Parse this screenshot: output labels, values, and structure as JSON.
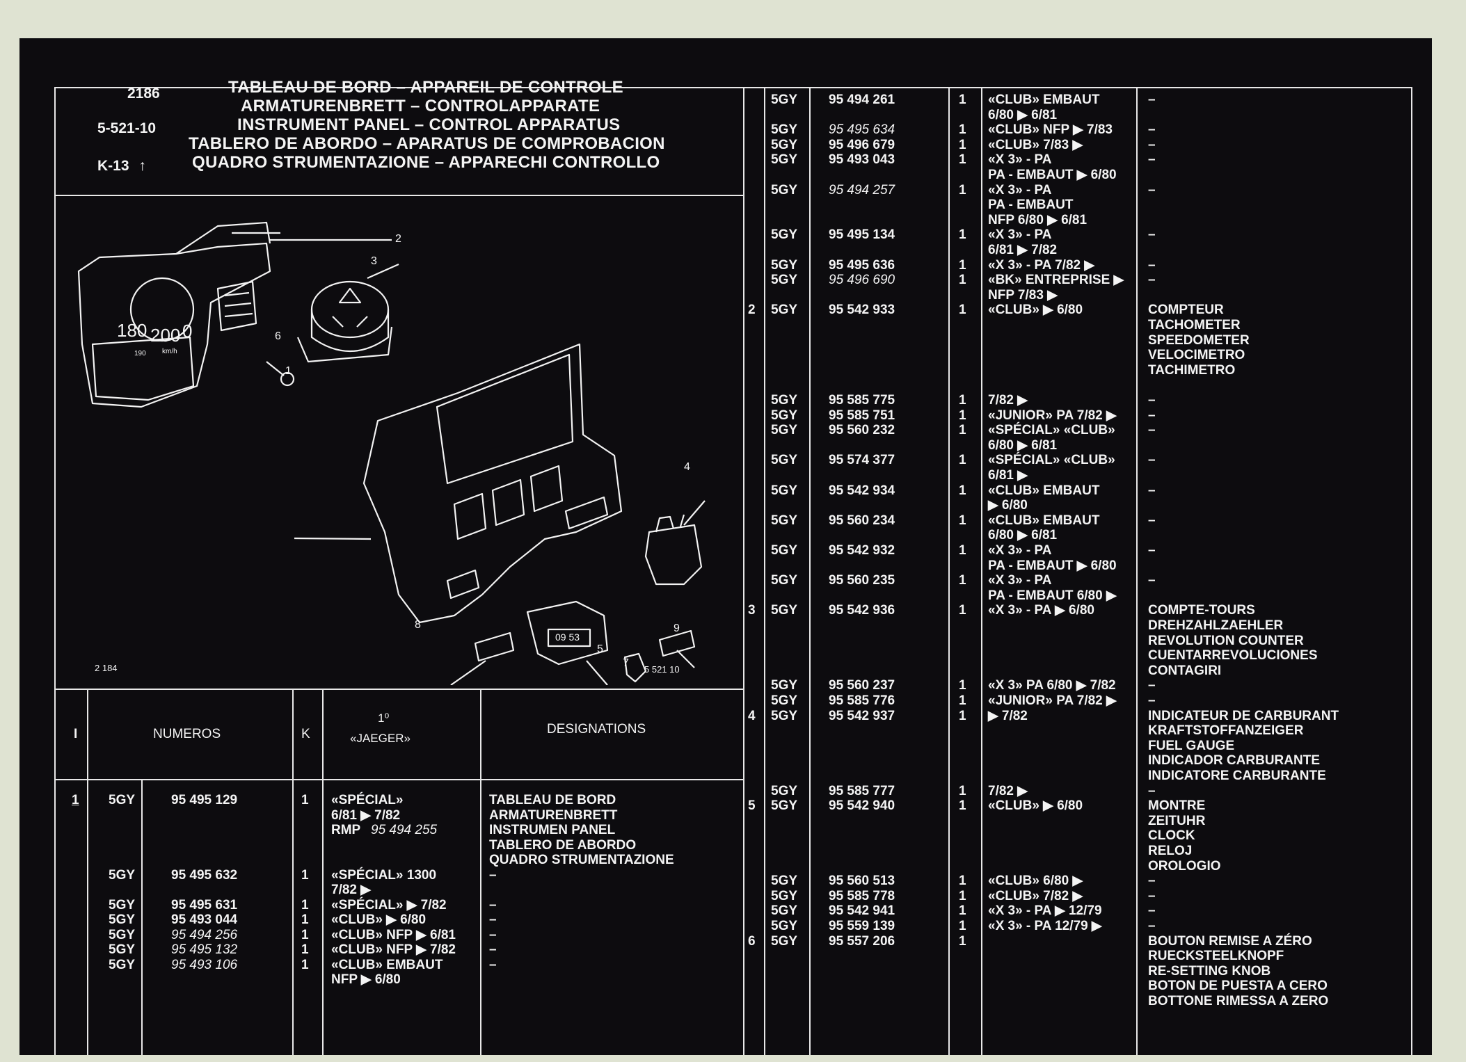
{
  "header": {
    "page_no": "2186",
    "ref_code": "5-521-10",
    "k_code": "K-13",
    "k_arrow": "↑",
    "titles": [
      "TABLEAU DE BORD – APPAREIL DE CONTROLE",
      "ARMATURENBRETT – CONTROLAPPARATE",
      "INSTRUMENT PANEL – CONTROL APPARATUS",
      "TABLERO DE ABORDO – APARATUS DE COMPROBACION",
      "QUADRO STRUMENTAZIONE – APPARECHI CONTROLLO"
    ]
  },
  "illustration": {
    "callouts": [
      "1",
      "2",
      "3",
      "4",
      "5",
      "6",
      "7",
      "8",
      "9"
    ],
    "gauge_reading_a": "180",
    "gauge_reading_b": "200",
    "gauge_reading_c": "0",
    "gauge_sub_a": "190",
    "gauge_sub_b": "km/h",
    "clock_readout": "09 53",
    "fig_left": "2 184",
    "fig_right": "5 521 10"
  },
  "table_header": {
    "col_i": "I",
    "col_numeros": "NUMEROS",
    "col_k": "K",
    "col_1o": "1⁰",
    "col_jaeger": "«JAEGER»",
    "col_designations": "DESIGNATIONS"
  },
  "left_rows": [
    {
      "i": "1",
      "pre": "5GY",
      "num": "95 495 129",
      "k": "1",
      "jaeger": "«SPÉCIAL»",
      "des": "TABLEAU DE BORD"
    },
    {
      "jaeger": "6/81 ▶ 7/82",
      "des": "ARMATURENBRETT"
    },
    {
      "jaeger": "RMP",
      "jaeger_it": "95 494 255",
      "des": "INSTRUMEN PANEL"
    },
    {
      "des": "TABLERO DE ABORDO"
    },
    {
      "des": "QUADRO STRUMENTAZIONE"
    },
    {
      "pre": "5GY",
      "num": "95 495 632",
      "k": "1",
      "jaeger": "«SPÉCIAL» 1300",
      "des": "–"
    },
    {
      "jaeger": "7/82 ▶"
    },
    {
      "pre": "5GY",
      "num": "95 495 631",
      "k": "1",
      "jaeger": "«SPÉCIAL» ▶ 7/82",
      "des": "–"
    },
    {
      "pre": "5GY",
      "num": "95 493 044",
      "k": "1",
      "jaeger": "«CLUB» ▶ 6/80",
      "des": "–"
    },
    {
      "pre": "5GY",
      "num_it": "95 494 256",
      "k": "1",
      "jaeger": "«CLUB» NFP ▶ 6/81",
      "des": "–"
    },
    {
      "pre": "5GY",
      "num_it": "95 495 132",
      "k": "1",
      "jaeger": "«CLUB» NFP ▶ 7/82",
      "des": "–"
    },
    {
      "pre": "5GY",
      "num_it": "95 493 106",
      "k": "1",
      "jaeger": "«CLUB» EMBAUT",
      "des": "–"
    },
    {
      "jaeger": "NFP ▶ 6/80"
    }
  ],
  "right_rows": [
    {
      "pre": "5GY",
      "num": "95 494 261",
      "k": "1",
      "jaeger": "«CLUB» EMBAUT",
      "des": "–"
    },
    {
      "jaeger": "6/80 ▶ 6/81"
    },
    {
      "pre": "5GY",
      "num_it": "95 495 634",
      "k": "1",
      "jaeger": "«CLUB» NFP ▶ 7/83",
      "des": "–"
    },
    {
      "pre": "5GY",
      "num": "95 496 679",
      "k": "1",
      "jaeger": "«CLUB» 7/83 ▶",
      "des": "–"
    },
    {
      "pre": "5GY",
      "num": "95 493 043",
      "k": "1",
      "jaeger": "«X 3» - PA",
      "des": "–"
    },
    {
      "jaeger": "PA - EMBAUT ▶ 6/80"
    },
    {
      "pre": "5GY",
      "num_it": "95 494 257",
      "k": "1",
      "jaeger": "«X 3» - PA",
      "des": "–"
    },
    {
      "jaeger": "PA - EMBAUT"
    },
    {
      "jaeger": "NFP 6/80 ▶ 6/81"
    },
    {
      "pre": "5GY",
      "num": "95 495 134",
      "k": "1",
      "jaeger": "«X 3» - PA",
      "des": "–"
    },
    {
      "jaeger": "6/81 ▶ 7/82"
    },
    {
      "pre": "5GY",
      "num": "95 495 636",
      "k": "1",
      "jaeger": "«X 3» - PA 7/82 ▶",
      "des": "–"
    },
    {
      "pre": "5GY",
      "num_it": "95 496 690",
      "k": "1",
      "jaeger": "«BK» ENTREPRISE ▶",
      "des": "–"
    },
    {
      "jaeger": "NFP 7/83 ▶"
    },
    {
      "i": "2",
      "pre": "5GY",
      "num": "95 542 933",
      "k": "1",
      "jaeger": "«CLUB» ▶ 6/80",
      "des": "COMPTEUR"
    },
    {
      "des": "TACHOMETER"
    },
    {
      "des": "SPEEDOMETER"
    },
    {
      "des": "VELOCIMETRO"
    },
    {
      "des": "TACHIMETRO"
    },
    {},
    {
      "pre": "5GY",
      "num": "95 585 775",
      "k": "1",
      "jaeger": "7/82 ▶",
      "des": "–"
    },
    {
      "pre": "5GY",
      "num": "95 585 751",
      "k": "1",
      "jaeger": "«JUNIOR» PA 7/82 ▶",
      "des": "–"
    },
    {
      "pre": "5GY",
      "num": "95 560 232",
      "k": "1",
      "jaeger": "«SPÉCIAL» «CLUB»",
      "des": "–"
    },
    {
      "jaeger": "6/80 ▶ 6/81"
    },
    {
      "pre": "5GY",
      "num": "95 574 377",
      "k": "1",
      "jaeger": "«SPÉCIAL» «CLUB»",
      "des": "–"
    },
    {
      "jaeger": "6/81 ▶"
    },
    {
      "pre": "5GY",
      "num": "95 542 934",
      "k": "1",
      "jaeger": "«CLUB» EMBAUT",
      "des": "–"
    },
    {
      "jaeger": "▶ 6/80"
    },
    {
      "pre": "5GY",
      "num": "95 560 234",
      "k": "1",
      "jaeger": "«CLUB» EMBAUT",
      "des": "–"
    },
    {
      "jaeger": "6/80 ▶ 6/81"
    },
    {
      "pre": "5GY",
      "num": "95 542 932",
      "k": "1",
      "jaeger": "«X 3» - PA",
      "des": "–"
    },
    {
      "jaeger": "PA - EMBAUT ▶ 6/80"
    },
    {
      "pre": "5GY",
      "num": "95 560 235",
      "k": "1",
      "jaeger": "«X 3» - PA",
      "des": "–"
    },
    {
      "jaeger": "PA - EMBAUT 6/80 ▶"
    },
    {
      "i": "3",
      "pre": "5GY",
      "num": "95 542 936",
      "k": "1",
      "jaeger": "«X 3» - PA ▶ 6/80",
      "des": "COMPTE-TOURS"
    },
    {
      "des": "DREHZAHLZAEHLER"
    },
    {
      "des": "REVOLUTION COUNTER"
    },
    {
      "des": "CUENTARREVOLUCIONES"
    },
    {
      "des": "CONTAGIRI"
    },
    {
      "pre": "5GY",
      "num": "95 560 237",
      "k": "1",
      "jaeger": "«X 3» PA 6/80 ▶ 7/82",
      "des": "–"
    },
    {
      "pre": "5GY",
      "num": "95 585 776",
      "k": "1",
      "jaeger": "«JUNIOR» PA 7/82 ▶",
      "des": "–"
    },
    {
      "i": "4",
      "pre": "5GY",
      "num": "95 542 937",
      "k": "1",
      "jaeger": "▶ 7/82",
      "des": "INDICATEUR DE CARBURANT"
    },
    {
      "des": "KRAFTSTOFFANZEIGER"
    },
    {
      "des": "FUEL GAUGE"
    },
    {
      "des": "INDICADOR CARBURANTE"
    },
    {
      "des": "INDICATORE CARBURANTE"
    },
    {
      "pre": "5GY",
      "num": "95 585 777",
      "k": "1",
      "jaeger": "7/82 ▶",
      "des": "–"
    },
    {
      "i": "5",
      "pre": "5GY",
      "num": "95 542 940",
      "k": "1",
      "jaeger": "«CLUB» ▶ 6/80",
      "des": "MONTRE"
    },
    {
      "des": "ZEITUHR"
    },
    {
      "des": "CLOCK"
    },
    {
      "des": "RELOJ"
    },
    {
      "des": "OROLOGIO"
    },
    {
      "pre": "5GY",
      "num": "95 560 513",
      "k": "1",
      "jaeger": "«CLUB» 6/80 ▶",
      "des": "–"
    },
    {
      "pre": "5GY",
      "num": "95 585 778",
      "k": "1",
      "jaeger": "«CLUB» 7/82 ▶",
      "des": "–"
    },
    {
      "pre": "5GY",
      "num": "95 542 941",
      "k": "1",
      "jaeger": "«X 3» - PA ▶ 12/79",
      "des": "–"
    },
    {
      "pre": "5GY",
      "num": "95 559 139",
      "k": "1",
      "jaeger": "«X 3» - PA 12/79 ▶",
      "des": "–"
    },
    {
      "i": "6",
      "pre": "5GY",
      "num": "95 557 206",
      "k": "1",
      "des": "BOUTON REMISE A ZÉRO"
    },
    {
      "des": "RUECKSTEELKNOPF"
    },
    {
      "des": "RE-SETTING KNOB"
    },
    {
      "des": "BOTON DE PUESTA A CERO"
    },
    {
      "des": "BOTTONE RIMESSA A ZERO"
    }
  ]
}
